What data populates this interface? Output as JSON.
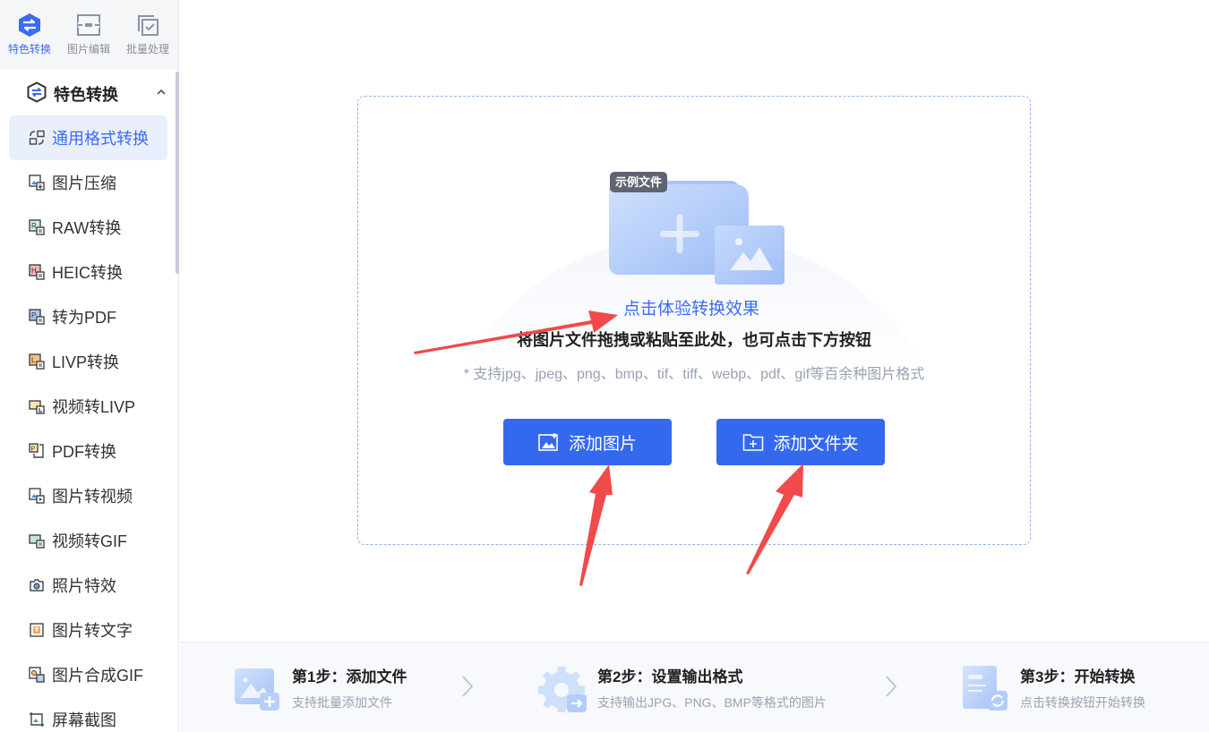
{
  "topnav": {
    "items": [
      {
        "label": "特色转换",
        "icon": "convert-hexagon-icon",
        "active": true
      },
      {
        "label": "图片编辑",
        "icon": "image-edit-icon",
        "active": false
      },
      {
        "label": "批量处理",
        "icon": "batch-process-icon",
        "active": false
      }
    ]
  },
  "sidebar": {
    "group_title": "特色转换",
    "group_icon": "convert-hexagon-icon",
    "collapse_icon": "chevron-up-icon",
    "items": [
      {
        "label": "通用格式转换",
        "icon": "format-convert-icon",
        "active": true
      },
      {
        "label": "图片压缩",
        "icon": "image-compress-icon"
      },
      {
        "label": "RAW转换",
        "icon": "raw-file-icon"
      },
      {
        "label": "HEIC转换",
        "icon": "heic-file-icon"
      },
      {
        "label": "转为PDF",
        "icon": "pdf-file-icon"
      },
      {
        "label": "LIVP转换",
        "icon": "livp-file-icon"
      },
      {
        "label": "视频转LIVP",
        "icon": "video-livp-icon"
      },
      {
        "label": "PDF转换",
        "icon": "pdf-convert-icon"
      },
      {
        "label": "图片转视频",
        "icon": "image-video-icon"
      },
      {
        "label": "视频转GIF",
        "icon": "video-gif-icon"
      },
      {
        "label": "照片特效",
        "icon": "camera-icon"
      },
      {
        "label": "图片转文字",
        "icon": "ocr-text-icon"
      },
      {
        "label": "图片合成GIF",
        "icon": "gif-compose-icon"
      },
      {
        "label": "屏幕截图",
        "icon": "screenshot-icon"
      }
    ]
  },
  "dropzone": {
    "sample_badge": "示例文件",
    "try_link": "点击体验转换效果",
    "hint": "将图片文件拖拽或粘贴至此处，也可点击下方按钮",
    "formats": "* 支持jpg、jpeg、png、bmp、tif、tiff、webp、pdf、gif等百余种图片格式",
    "add_image_label": "添加图片",
    "add_folder_label": "添加文件夹"
  },
  "steps": [
    {
      "title": "第1步：添加文件",
      "subtitle": "支持批量添加文件",
      "icon": "add-image-step-icon"
    },
    {
      "title": "第2步：设置输出格式",
      "subtitle": "支持输出JPG、PNG、BMP等格式的图片",
      "icon": "gear-output-step-icon"
    },
    {
      "title": "第3步：开始转换",
      "subtitle": "点击转换按钮开始转换",
      "icon": "document-refresh-step-icon"
    }
  ],
  "colors": {
    "accent": "#3468ee",
    "link": "#3b6cf6",
    "annotation_arrow": "#f04a4a",
    "dashed_border": "#8fb3ea"
  }
}
